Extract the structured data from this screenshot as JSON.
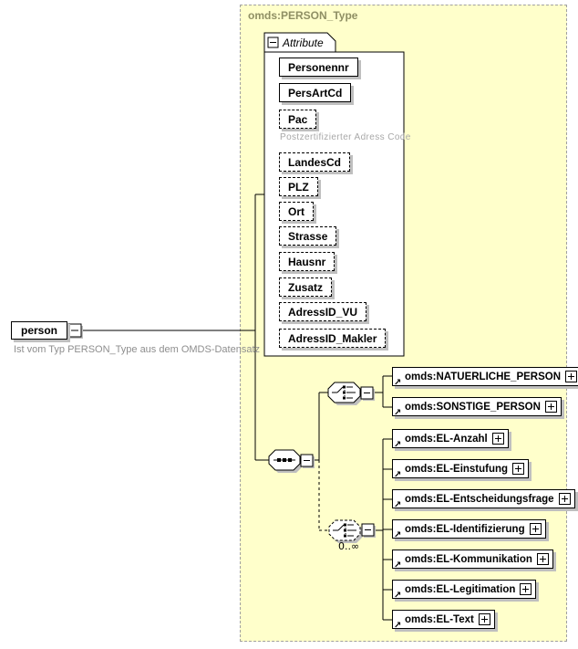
{
  "colors": {
    "panel_bg": "#ffffcb",
    "type_label": "#8f8f64",
    "annotation_gray": "#8e8e8e",
    "attr_annotation_gray": "#a8a8a8",
    "box_shadow": "#bfbfbf"
  },
  "type_box": {
    "label": "omds:PERSON_Type"
  },
  "root": {
    "name": "person",
    "annotation": "Ist vom Typ PERSON_Type aus dem OMDS-Datensatz"
  },
  "attributes": {
    "tab_label": "Attribute",
    "items": [
      {
        "name": "Personennr",
        "required": true
      },
      {
        "name": "PersArtCd",
        "required": true
      },
      {
        "name": "Pac",
        "required": false,
        "annotation": "Postzertifizierter Adress Code"
      },
      {
        "name": "LandesCd",
        "required": false
      },
      {
        "name": "PLZ",
        "required": false
      },
      {
        "name": "Ort",
        "required": false
      },
      {
        "name": "Strasse",
        "required": false
      },
      {
        "name": "Hausnr",
        "required": false
      },
      {
        "name": "Zusatz",
        "required": false
      },
      {
        "name": "AdressID_VU",
        "required": false
      },
      {
        "name": "AdressID_Makler",
        "required": false
      }
    ]
  },
  "person_choice": {
    "items": [
      {
        "name": "omds:NATUERLICHE_PERSON"
      },
      {
        "name": "omds:SONSTIGE_PERSON"
      }
    ]
  },
  "el_choice": {
    "occurrence": "0..∞",
    "items": [
      {
        "name": "omds:EL-Anzahl"
      },
      {
        "name": "omds:EL-Einstufung"
      },
      {
        "name": "omds:EL-Entscheidungsfrage"
      },
      {
        "name": "omds:EL-Identifizierung"
      },
      {
        "name": "omds:EL-Kommunikation"
      },
      {
        "name": "omds:EL-Legitimation"
      },
      {
        "name": "omds:EL-Text"
      }
    ]
  }
}
